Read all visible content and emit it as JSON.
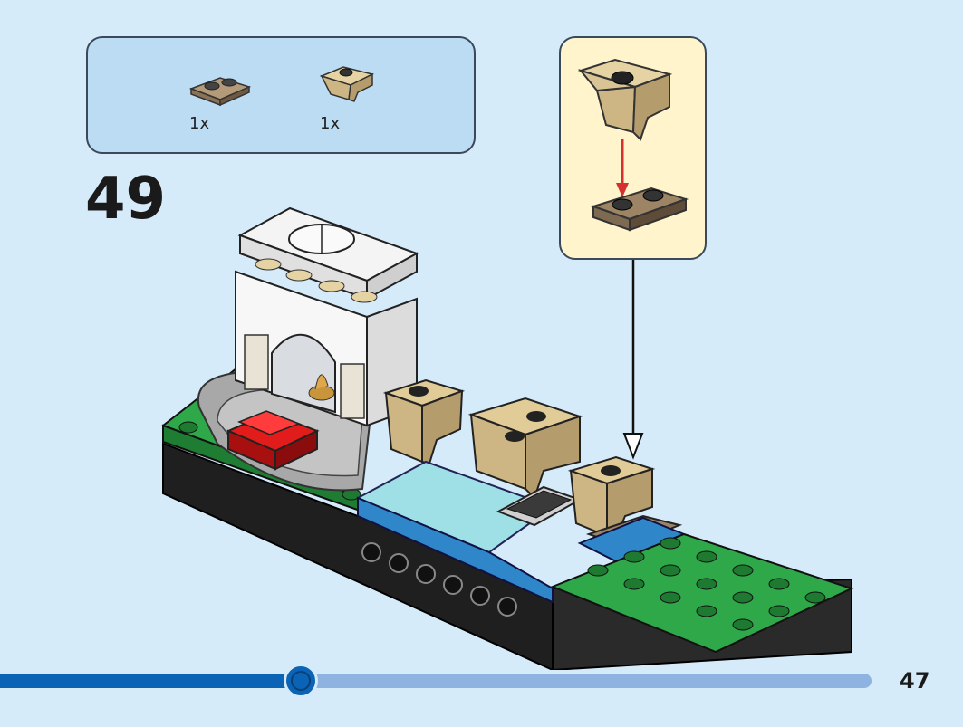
{
  "parts_list": {
    "items": [
      {
        "name": "plate-1x2-dark-tan",
        "quantity": "1x",
        "color": "#9c8465"
      },
      {
        "name": "bracket-tan",
        "quantity": "1x",
        "color": "#dcc896"
      }
    ]
  },
  "step": {
    "number": "49"
  },
  "progress": {
    "fraction": 0.33
  },
  "page": {
    "number": "47"
  },
  "colors": {
    "background": "#d6ebfa",
    "parts_box": "#bcdcf3",
    "callout": "#fff4cc",
    "progress_fill": "#0a63b4",
    "progress_track": "#8fb3e0",
    "arrow_red": "#d43030"
  }
}
